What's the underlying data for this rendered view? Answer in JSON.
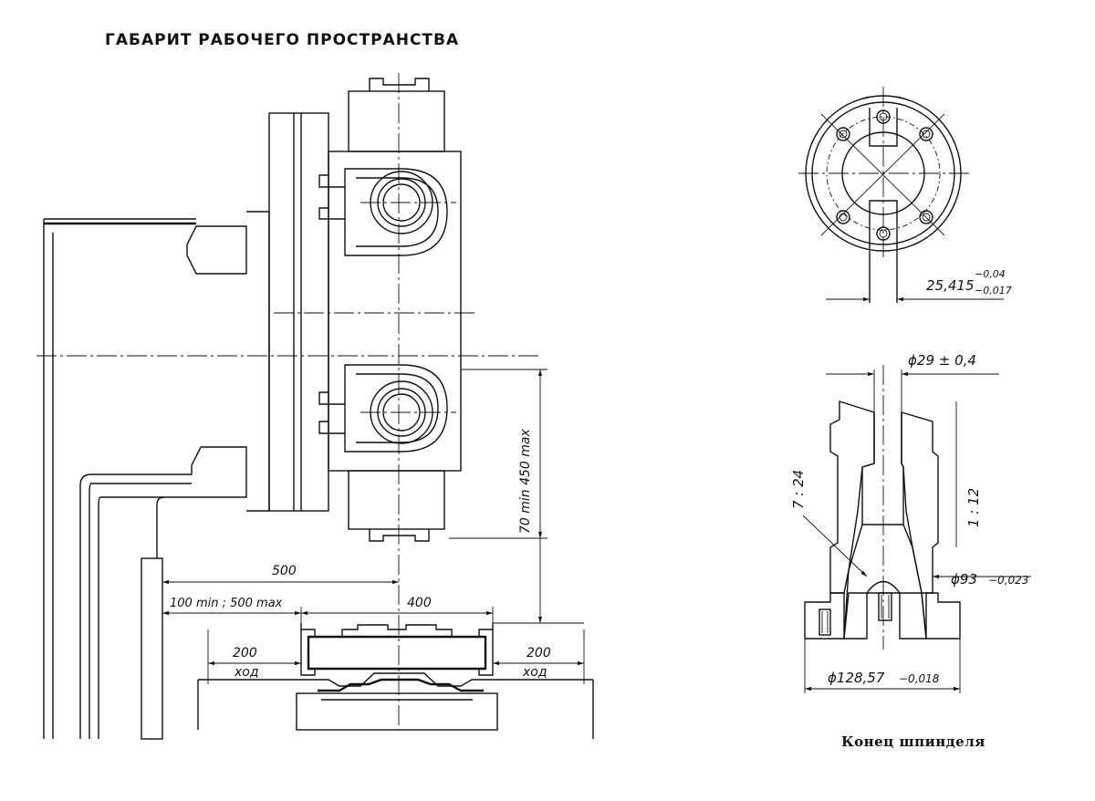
{
  "title": "ГАБАРИТ РАБОЧЕГО ПРОСТРАНСТВА",
  "caption": "Конец шпинделя",
  "dimensions": {
    "vertical_range": "70 min   450 max",
    "spindle_reach": "500",
    "table_width": "400",
    "side_offset": "100 min ; 500 max",
    "left_stroke": "200",
    "left_stroke_label": "ход",
    "right_stroke": "200",
    "right_stroke_label": "ход",
    "key_width": "25,415",
    "key_width_tol_upper": "−0,04",
    "key_width_tol_lower": "−0,017",
    "bore": "ϕ29 ± 0,4",
    "taper_1": "7 : 24",
    "taper_2": "1 : 12",
    "spigot": "ϕ93",
    "spigot_tol": "−0,023",
    "flange": "ϕ128,57",
    "flange_tol": "−0,018"
  }
}
